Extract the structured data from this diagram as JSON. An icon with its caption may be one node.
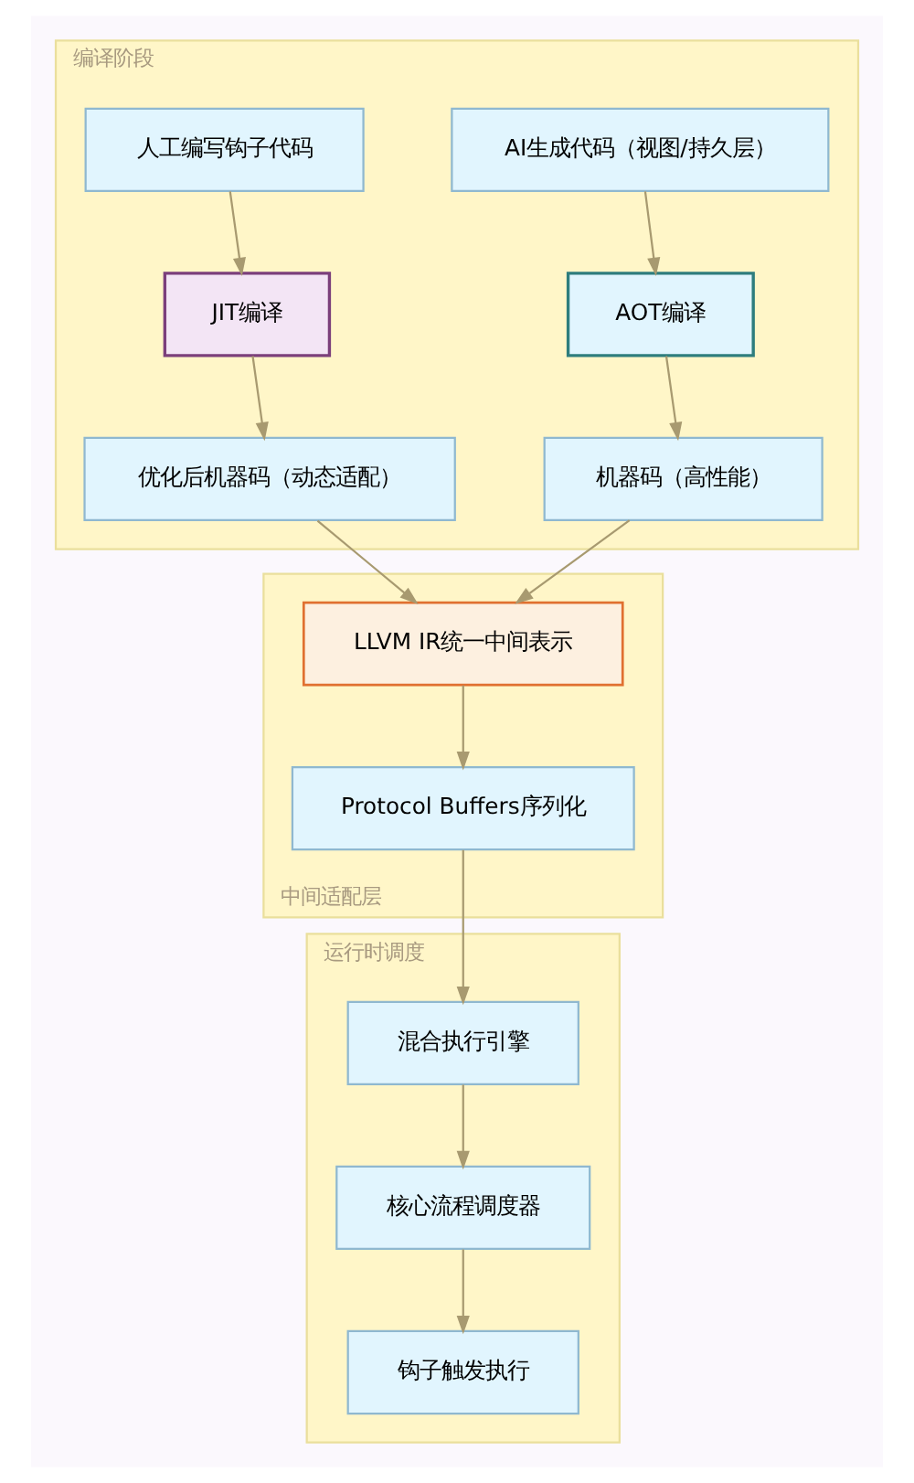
{
  "diagram": {
    "nodes": [
      {
        "text": [
          "编译阶段"
        ]
      },
      {
        "text": [
          "AI生成代码（视图/持久层）"
        ],
        "in": 0
      },
      {
        "text": [
          "人工编写钩子代码"
        ],
        "in": 0
      },
      {
        "text": [
          "AOT编译"
        ],
        "in": 0
      },
      {
        "text": [
          "JIT编译"
        ],
        "in": 0
      },
      {
        "text": [
          "机器码（高性能）"
        ],
        "in": 0
      },
      {
        "text": [
          "优化后机器码（动态适配）"
        ],
        "in": 0
      },
      {
        "text": [
          "中间适配层"
        ]
      },
      {
        "text": [
          "LLVM IR统一中间表示"
        ],
        "in": 7
      },
      {
        "text": [
          "Protocol Buffers序列化"
        ],
        "in": 7
      },
      {
        "text": [
          "运行时调度"
        ]
      },
      {
        "text": [
          "混合执行引擎"
        ],
        "in": 10
      },
      {
        "text": [
          "核心流程调度器"
        ],
        "in": 10
      },
      {
        "text": [
          "钩子触发执行"
        ],
        "in": 10
      }
    ],
    "edges": [
      {
        "from": 1,
        "to": 3,
        "arrow": "to"
      },
      {
        "from": 2,
        "to": 4,
        "arrow": "to"
      },
      {
        "from": 3,
        "to": 5,
        "arrow": "to"
      },
      {
        "from": 4,
        "to": 6,
        "arrow": "to"
      },
      {
        "from": 5,
        "to": 8,
        "arrow": "to"
      },
      {
        "from": 6,
        "to": 8,
        "arrow": "to"
      },
      {
        "from": 8,
        "to": 9,
        "arrow": "to"
      },
      {
        "from": 9,
        "to": 11,
        "arrow": "to"
      },
      {
        "from": 11,
        "to": 12,
        "arrow": "to"
      },
      {
        "from": 12,
        "to": 13,
        "arrow": "to"
      }
    ]
  }
}
